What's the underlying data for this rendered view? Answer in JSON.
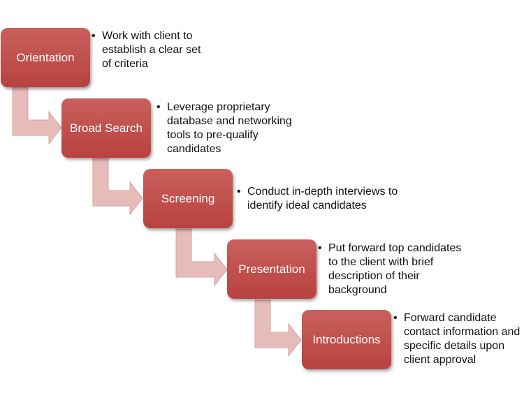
{
  "steps": [
    {
      "label": "Orientation",
      "description": "Work with client to establish a clear set of criteria"
    },
    {
      "label": "Broad Search",
      "description": "Leverage proprietary database and networking tools to pre-qualify candidates"
    },
    {
      "label": "Screening",
      "description": "Conduct in-depth interviews to identify ideal candidates"
    },
    {
      "label": "Presentation",
      "description": "Put forward top candidates to the client with brief description of their background"
    },
    {
      "label": "Introductions",
      "description": "Forward candidate contact information and specific details upon client approval"
    }
  ],
  "colors": {
    "box": "#c0504d",
    "arrow": "#e6b9b8",
    "text": "#111111"
  }
}
